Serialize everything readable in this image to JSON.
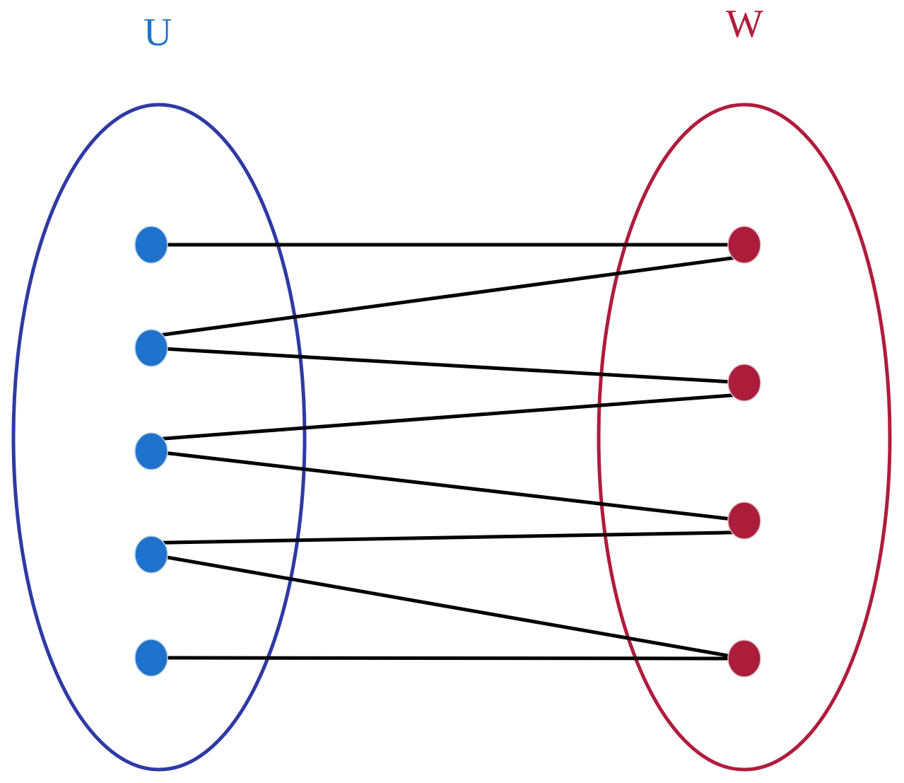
{
  "sets": {
    "left": {
      "label": "U",
      "color": "#2e3aa3",
      "label_color": "#2074c9",
      "node_color": "#1f72cc",
      "node_count": 5
    },
    "right": {
      "label": "W",
      "color": "#b01c3c",
      "label_color": "#b01c3c",
      "node_color": "#ab1d3b",
      "node_count": 4
    }
  },
  "edge_color": "#000000",
  "edges": [
    {
      "from": 0,
      "to": 0
    },
    {
      "from": 1,
      "to": 0
    },
    {
      "from": 1,
      "to": 1
    },
    {
      "from": 2,
      "to": 1
    },
    {
      "from": 2,
      "to": 2
    },
    {
      "from": 3,
      "to": 2
    },
    {
      "from": 3,
      "to": 3
    },
    {
      "from": 4,
      "to": 3
    }
  ]
}
